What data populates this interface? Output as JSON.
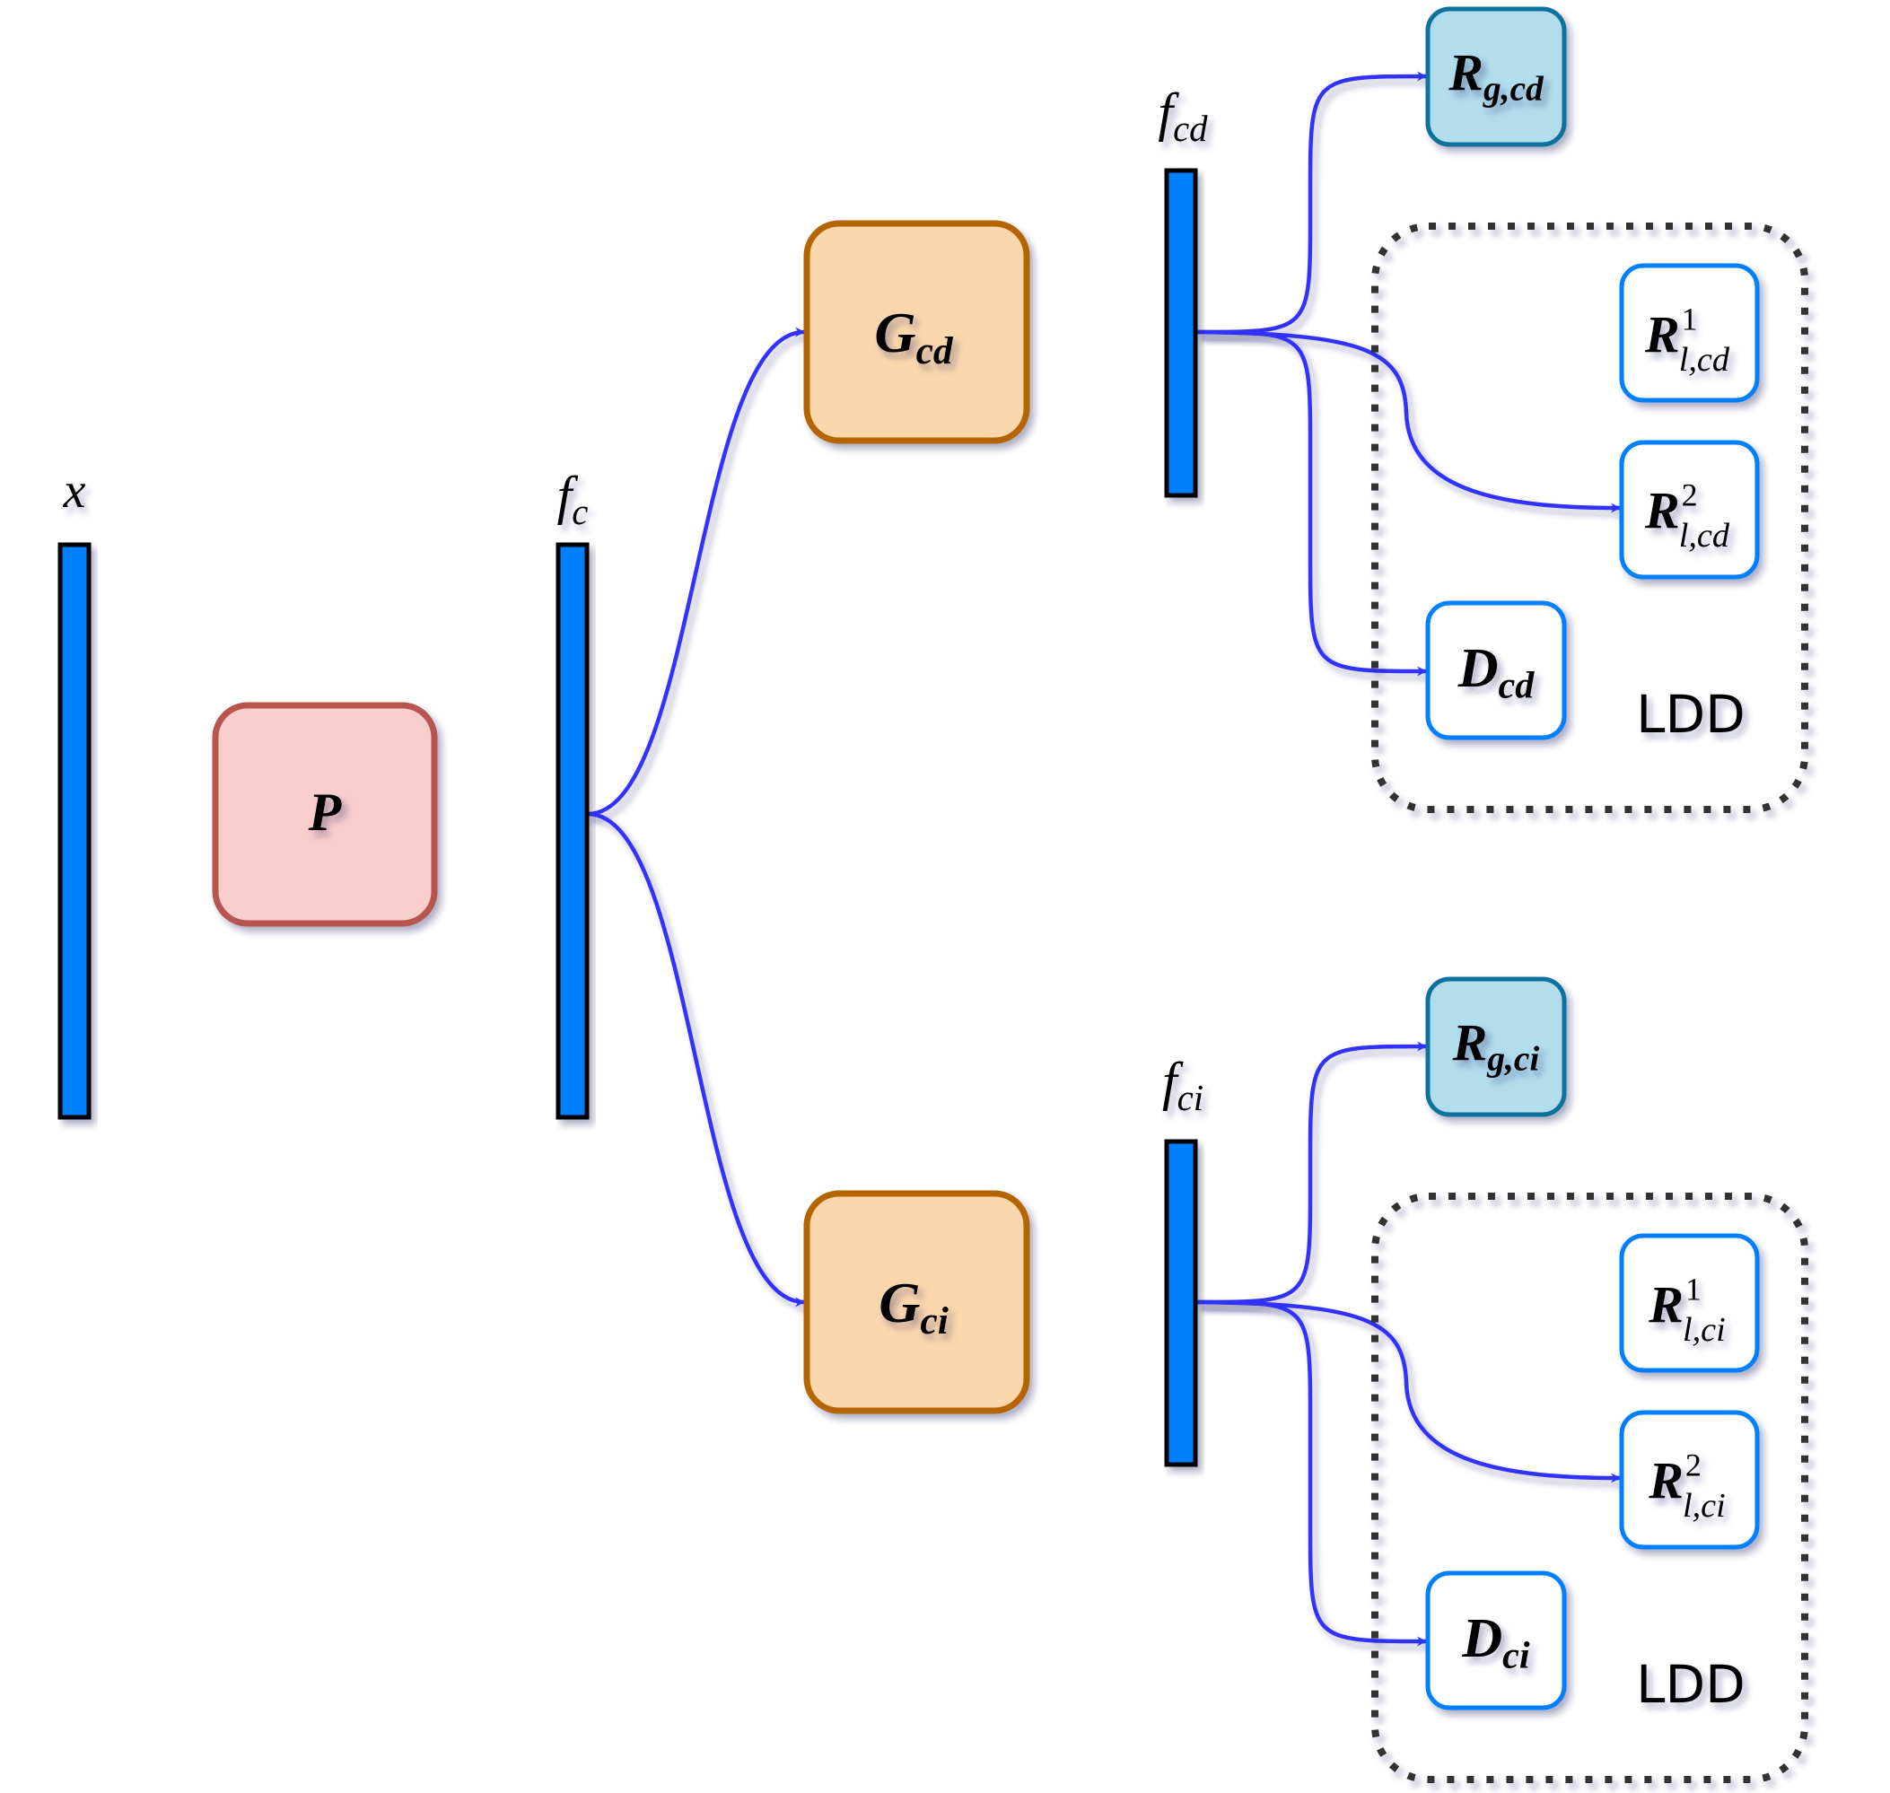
{
  "title": "Feature disentanglement diagram",
  "colors": {
    "arrow": "#3333ff",
    "bar_fill": "#007fff",
    "bar_stroke": "#000000",
    "projector_fill": "#f8cecc",
    "projector_stroke": "#b85450",
    "generator_fill": "#fad7ac",
    "generator_stroke": "#b46504",
    "global_fill": "#b1dded",
    "global_stroke": "#10739e",
    "local_fill": "#ffffff",
    "local_stroke": "#007fff",
    "group_stroke": "#333333"
  },
  "features": {
    "x": {
      "main": "x",
      "sub": ""
    },
    "fc": {
      "main": "f",
      "sub": "c"
    },
    "fcd": {
      "main": "f",
      "sub": "cd"
    },
    "fci": {
      "main": "f",
      "sub": "ci"
    }
  },
  "modules": {
    "P": {
      "main": "P",
      "sub": ""
    },
    "Gcd": {
      "main": "G",
      "sub": "cd"
    },
    "Gci": {
      "main": "G",
      "sub": "ci"
    }
  },
  "branches": {
    "cd": {
      "global": {
        "main": "R",
        "sub": "g,cd",
        "sup": ""
      },
      "local1": {
        "main": "R",
        "sub": "l,cd",
        "sup": "1"
      },
      "local2": {
        "main": "R",
        "sub": "l,cd",
        "sup": "2"
      },
      "disc": {
        "main": "D",
        "sub": "cd",
        "sup": ""
      },
      "group_label": "LDD"
    },
    "ci": {
      "global": {
        "main": "R",
        "sub": "g,ci",
        "sup": ""
      },
      "local1": {
        "main": "R",
        "sub": "l,ci",
        "sup": "1"
      },
      "local2": {
        "main": "R",
        "sub": "l,ci",
        "sup": "2"
      },
      "disc": {
        "main": "D",
        "sub": "ci",
        "sup": ""
      },
      "group_label": "LDD"
    }
  }
}
